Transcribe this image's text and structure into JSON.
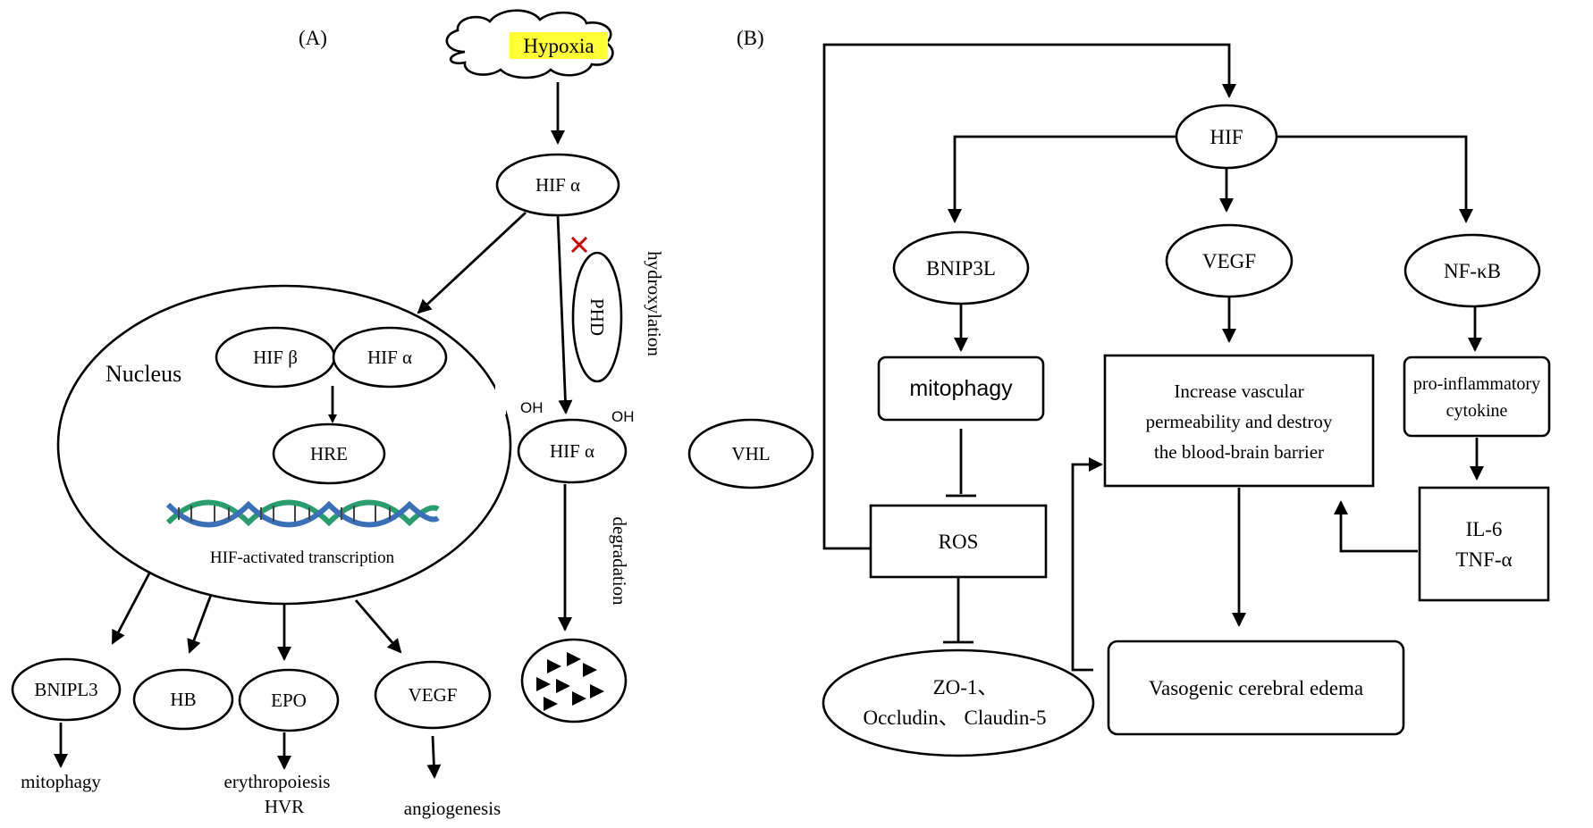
{
  "panel_a": {
    "label": "(A)",
    "hypoxia": "Hypoxia",
    "hif_alpha_top": "HIF α",
    "phd": "PHD",
    "hydroxylation": "hydroxylation",
    "oh_left": "OH",
    "oh_right": "OH",
    "hif_alpha_vhl": "HIF α",
    "vhl": "VHL",
    "degradation": "degradation",
    "nucleus": "Nucleus",
    "hif_beta": "HIF β",
    "hif_alpha_nucleus": "HIF α",
    "hre": "HRE",
    "transcription": "HIF-activated transcription",
    "bnipl3": "BNIPL3",
    "hb": "HB",
    "epo": "EPO",
    "vegf": "VEGF",
    "mitophagy": "mitophagy",
    "erythropoiesis": "erythropoiesis",
    "hvr": "HVR",
    "angiogenesis": "angiogenesis"
  },
  "panel_b": {
    "label": "(B)",
    "hif": "HIF",
    "bnip3l": "BNIP3L",
    "vegf": "VEGF",
    "nfkb": "NF-κB",
    "mitophagy": "mitophagy",
    "permeability_line1": "Increase vascular",
    "permeability_line2": "permeability and destroy",
    "permeability_line3": "the blood-brain barrier",
    "proinflammatory_line1": "pro-inflammatory",
    "proinflammatory_line2": "cytokine",
    "ros": "ROS",
    "il6": "IL-6",
    "tnfa": "TNF-α",
    "tight_junction_line1": "ZO-1、",
    "tight_junction_line2": "Occludin、 Claudin-5",
    "edema": "Vasogenic cerebral edema"
  },
  "colors": {
    "highlight": "#ffff33",
    "inhibit_mark": "#cc0000",
    "dna_strand_a": "#2a9d6f",
    "dna_strand_b": "#3b6fb6"
  }
}
